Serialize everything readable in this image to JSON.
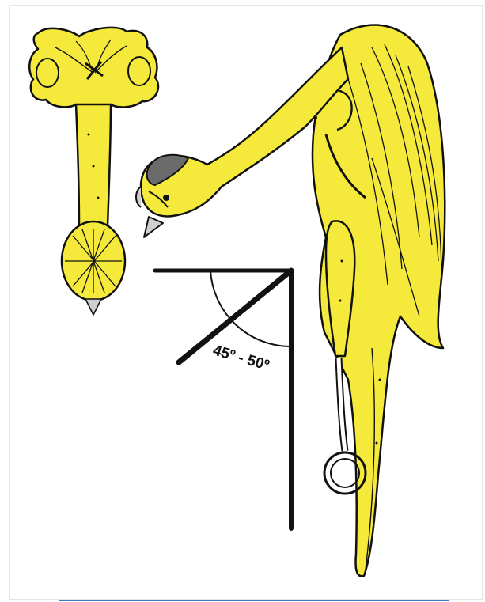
{
  "diagram": {
    "angle_label": "45º - 50º",
    "angle_range_degrees": [
      45,
      50
    ],
    "colors": {
      "bird_fill": "#f5ea3c",
      "outline": "#111111",
      "accent_rule": "#3b78c0",
      "background": "#ffffff"
    },
    "figures": [
      {
        "name": "bird-front-view",
        "description_icon": "bird-front-icon"
      },
      {
        "name": "bird-side-view",
        "description_icon": "bird-side-icon"
      }
    ]
  }
}
